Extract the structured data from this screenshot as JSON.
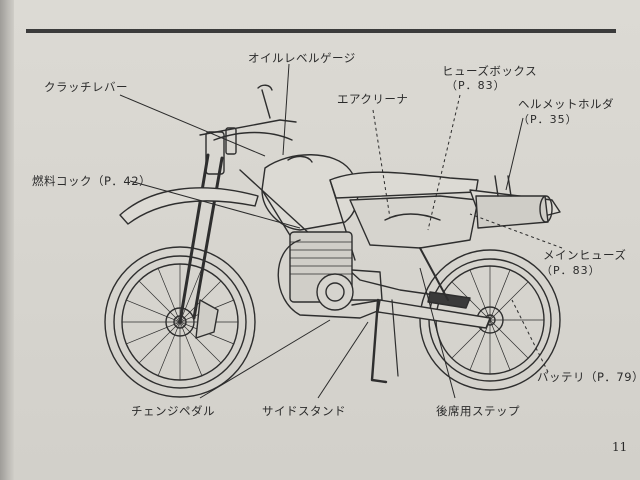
{
  "page_number": "11",
  "labels": {
    "oil_level_gauge": "オイルレベルゲージ",
    "clutch_lever": "クラッチレバー",
    "air_cleaner": "エアクリーナ",
    "fuse_box": "ヒューズボックス",
    "fuse_box_ref": "（P．83）",
    "helmet_holder": "ヘルメットホルダ",
    "helmet_holder_ref": "（P．35）",
    "fuel_cock": "燃料コック（P．42）",
    "main_fuse": "メインヒューズ",
    "main_fuse_ref": "（P．83）",
    "battery": "バッテリ（P．79）",
    "change_pedal": "チェンジペダル",
    "side_stand": "サイドスタンド",
    "pillion_step": "後席用ステップ"
  }
}
